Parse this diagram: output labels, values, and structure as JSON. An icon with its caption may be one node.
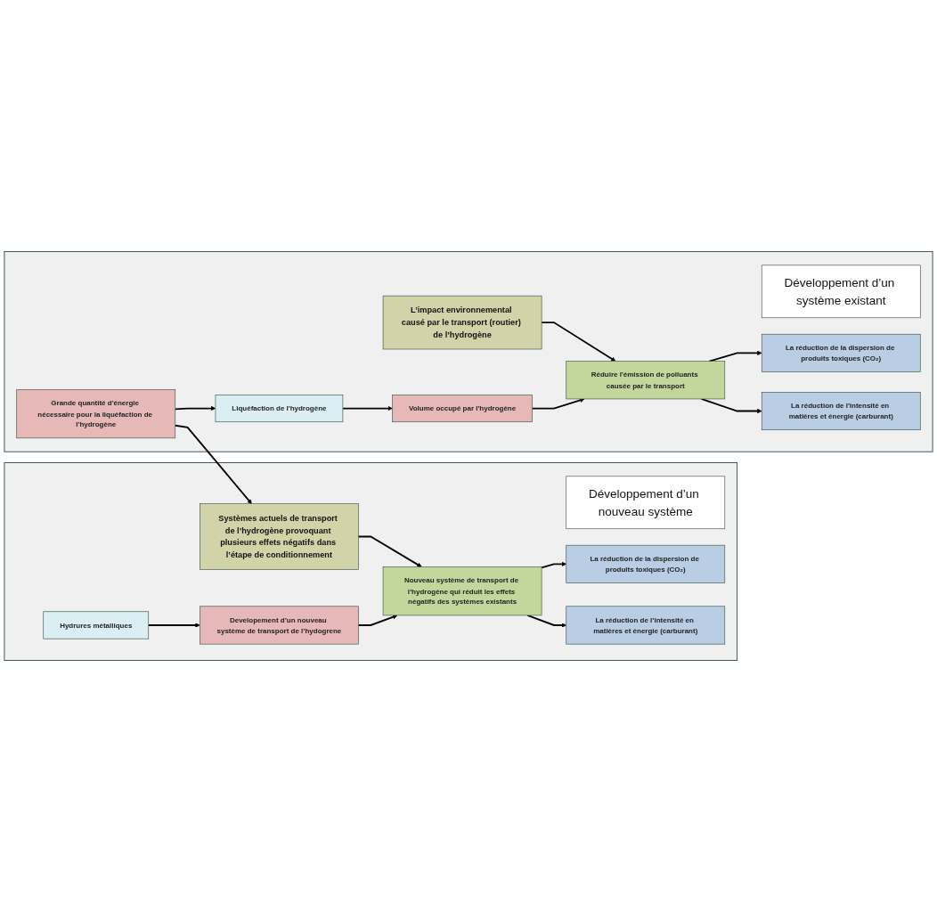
{
  "diagram": {
    "nodes": [
      {
        "text": [],
        "shape": "box"
      },
      {
        "text": [
          "Développement d’un système existant"
        ],
        "in": 0
      },
      {
        "text": [
          "L’impact environnemental causé par le transport (routier) de l’hydrogène"
        ],
        "in": 0
      },
      {
        "text": [
          "Volume occupé par l'hydrogène"
        ],
        "in": 0
      },
      {
        "text": [
          "Liquéfaction de l'hydrogène"
        ],
        "in": 0
      },
      {
        "text": [
          "Grande quantité d'énergie nécessaire pour la liquéfaction de l'hydrogène"
        ],
        "in": 0
      },
      {
        "text": [
          "Réduire l'émission de polluants causée par le transport"
        ],
        "in": 0
      },
      {
        "text": [
          "La réduction de la dispersion de produits toxiques (CO₂)"
        ],
        "in": 0
      },
      {
        "text": [
          "La réduction de l'intensité en matières et énergie (carburant)"
        ],
        "in": 0
      },
      {
        "text": [],
        "shape": "box"
      },
      {
        "text": [
          "Développement d’un nouveau système"
        ],
        "in": 9
      },
      {
        "text": [
          "Systèmes actuels de transport de l’hydrogène provoquant plusieurs effets négatifs dans l’étape de conditionnement"
        ],
        "in": 9
      },
      {
        "text": [
          "Nouveau système de transport de l’hydrogène qui réduit les effets négatifs des systèmes existants"
        ],
        "in": 9
      },
      {
        "text": [
          "La réduction de la dispersion de produits toxiques (CO₂)"
        ],
        "in": 9
      },
      {
        "text": [
          "La réduction de l’intensité en matières et énergie (carburant)"
        ],
        "in": 9
      },
      {
        "text": [
          "Developement d’un nouveau système de transport de l’hydogrene"
        ],
        "in": 9
      },
      {
        "text": [
          "Hydrures métalliques"
        ],
        "in": 9
      }
    ],
    "edges": [
      {
        "from": 2,
        "to": 6,
        "arrow": "to"
      },
      {
        "from": 3,
        "to": 6,
        "arrow": "to"
      },
      {
        "from": 4,
        "to": 3,
        "arrow": "to"
      },
      {
        "from": 5,
        "to": 4,
        "arrow": "to"
      },
      {
        "from": 5,
        "to": 11,
        "arrow": "to"
      },
      {
        "from": 6,
        "to": 7,
        "arrow": "to"
      },
      {
        "from": 6,
        "to": 8,
        "arrow": "to"
      },
      {
        "from": 11,
        "to": 12,
        "arrow": "to"
      },
      {
        "from": 15,
        "to": 12,
        "arrow": "to"
      },
      {
        "from": 16,
        "to": 15,
        "arrow": "to"
      },
      {
        "from": 12,
        "to": 13,
        "arrow": "to"
      },
      {
        "from": 12,
        "to": 14,
        "arrow": "to"
      }
    ]
  }
}
